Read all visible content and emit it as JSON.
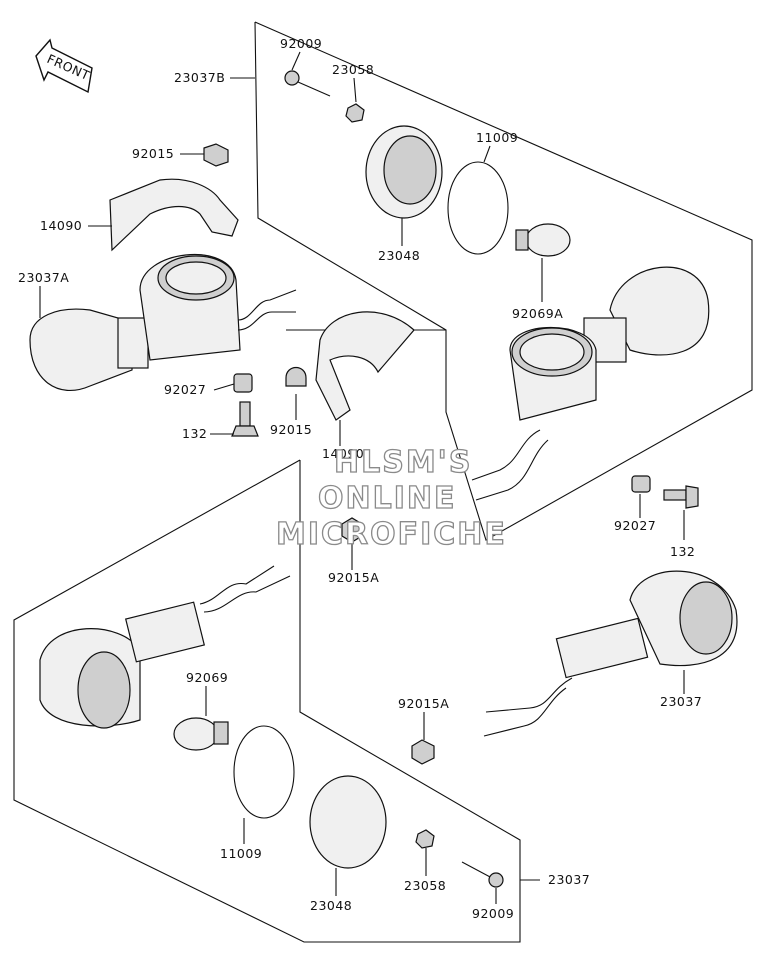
{
  "front_arrow": {
    "text": "FRONT"
  },
  "watermark": {
    "line1": "HLSM'S",
    "line2": "ONLINE",
    "line3": "MICROFICHE"
  },
  "labels": [
    {
      "id": "l-92009-top",
      "text": "92009"
    },
    {
      "id": "l-23037B",
      "text": "23037B"
    },
    {
      "id": "l-23058-top",
      "text": "23058"
    },
    {
      "id": "l-11009-top",
      "text": "11009"
    },
    {
      "id": "l-92015-top",
      "text": "92015"
    },
    {
      "id": "l-14090-left",
      "text": "14090"
    },
    {
      "id": "l-23048-top",
      "text": "23048"
    },
    {
      "id": "l-23037A",
      "text": "23037A"
    },
    {
      "id": "l-92069A",
      "text": "92069A"
    },
    {
      "id": "l-92027-left",
      "text": "92027"
    },
    {
      "id": "l-132-left",
      "text": "132"
    },
    {
      "id": "l-92015-mid",
      "text": "92015"
    },
    {
      "id": "l-14090-mid",
      "text": "14090"
    },
    {
      "id": "l-92027-right",
      "text": "92027"
    },
    {
      "id": "l-132-right",
      "text": "132"
    },
    {
      "id": "l-92015A-mid",
      "text": "92015A"
    },
    {
      "id": "l-92069",
      "text": "92069"
    },
    {
      "id": "l-92015A-low",
      "text": "92015A"
    },
    {
      "id": "l-23037",
      "text": "23037"
    },
    {
      "id": "l-11009-low",
      "text": "11009"
    },
    {
      "id": "l-23048-low",
      "text": "23048"
    },
    {
      "id": "l-23058-low",
      "text": "23058"
    },
    {
      "id": "l-23037-low",
      "text": "23037"
    },
    {
      "id": "l-92009-low",
      "text": "92009"
    }
  ]
}
